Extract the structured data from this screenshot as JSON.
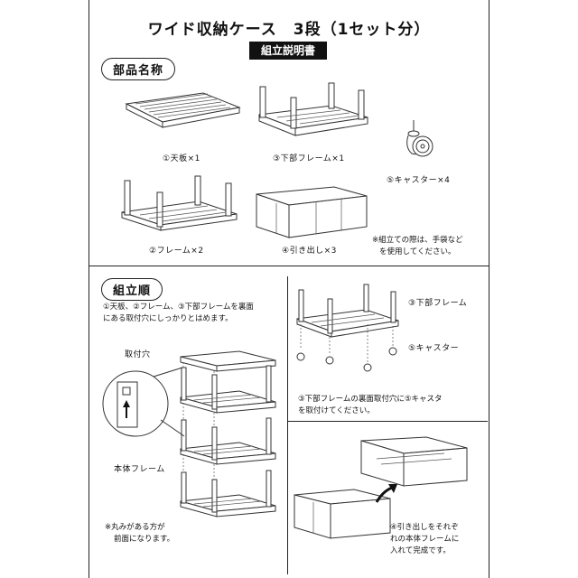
{
  "header": {
    "title": "ワイド収納ケース　3段（1セット分）",
    "subtitle": "組立説明書"
  },
  "parts": {
    "heading": "部品名称",
    "items": [
      {
        "label": "①天板×1"
      },
      {
        "label": "③下部フレーム×1"
      },
      {
        "label": "⑤キャスター×4"
      },
      {
        "label": "②フレーム×2"
      },
      {
        "label": "④引き出し×3"
      }
    ],
    "note_lines": [
      "※組立ての際は、手袋など",
      "を使用してください。"
    ]
  },
  "assembly": {
    "heading": "組立順",
    "step1_lines": [
      "①天板、②フレーム、③下部フレームを裏面",
      "にある取付穴にしっかりとはめます。"
    ],
    "hole_label": "取付穴",
    "body_frame_label": "本体フレーム",
    "round_note_lines": [
      "※丸みがある方が",
      "前面になります。"
    ],
    "lower_frame_label": "③下部フレーム",
    "caster_label": "⑤キャスター",
    "step2_lines": [
      "③下部フレームの裏面取付穴に⑤キャスタ",
      "を取付けてください。"
    ],
    "step3_lines": [
      "④引き出しをそれぞ",
      "れの本体フレームに",
      "入れて完成です。"
    ]
  }
}
